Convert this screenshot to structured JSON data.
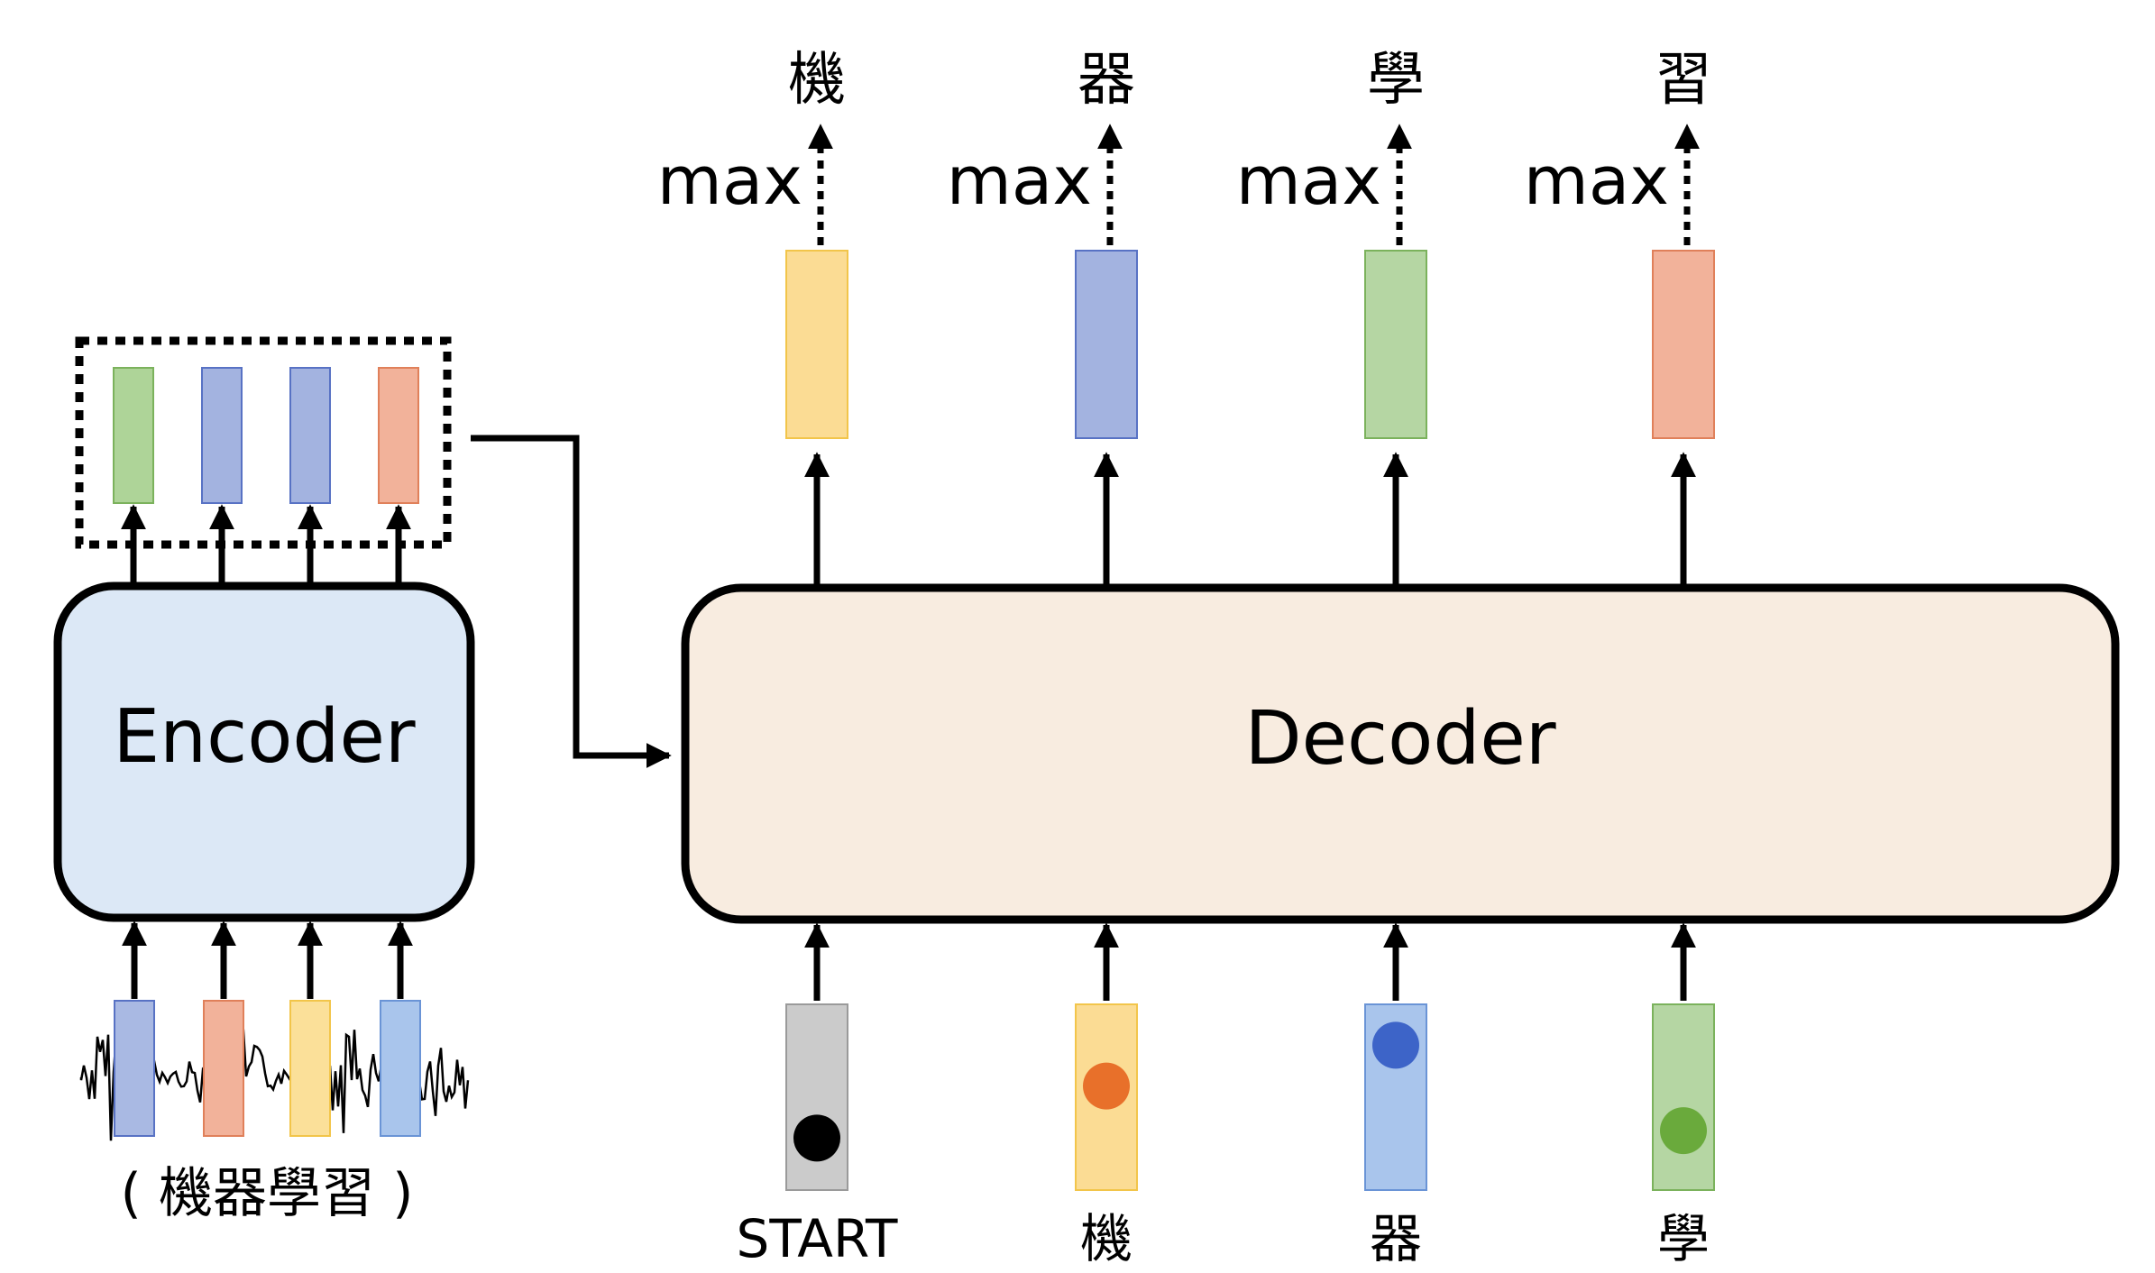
{
  "encoder": {
    "label": "Encoder",
    "input_caption": "( 機器學習 )",
    "input_vectors": [
      {
        "fill": "#a9b9e3",
        "stroke": "#5872c4"
      },
      {
        "fill": "#f2b29a",
        "stroke": "#e0805a"
      },
      {
        "fill": "#fbe099",
        "stroke": "#f2c54a"
      },
      {
        "fill": "#a9c5ec",
        "stroke": "#6a94d6"
      }
    ],
    "output_vectors": [
      {
        "fill": "#aed498",
        "stroke": "#7bb25c"
      },
      {
        "fill": "#a3b3e0",
        "stroke": "#5872c4"
      },
      {
        "fill": "#a3b3e0",
        "stroke": "#5872c4"
      },
      {
        "fill": "#f2b29a",
        "stroke": "#e0805a"
      }
    ]
  },
  "decoder": {
    "label": "Decoder",
    "outputs": [
      {
        "max_label": "max",
        "token": "機",
        "fill": "#fbdc94",
        "stroke": "#f2c54a"
      },
      {
        "max_label": "max",
        "token": "器",
        "fill": "#a3b3e0",
        "stroke": "#5872c4"
      },
      {
        "max_label": "max",
        "token": "學",
        "fill": "#b5d6a3",
        "stroke": "#7bb25c"
      },
      {
        "max_label": "max",
        "token": "習",
        "fill": "#f2b29a",
        "stroke": "#e0805a"
      }
    ],
    "inputs": [
      {
        "token": "START",
        "fill": "#cbcbcb",
        "stroke": "#9a9a9a",
        "dot": "#000000",
        "dot_level": 0.72
      },
      {
        "token": "機",
        "fill": "#fbdc94",
        "stroke": "#f2c54a",
        "dot": "#e8702a",
        "dot_level": 0.44
      },
      {
        "token": "器",
        "fill": "#a9c5ec",
        "stroke": "#6a94d6",
        "dot": "#3d64c8",
        "dot_level": 0.22
      },
      {
        "token": "學",
        "fill": "#b5d6a3",
        "stroke": "#7bb25c",
        "dot": "#6aaa3c",
        "dot_level": 0.68
      }
    ]
  },
  "colors": {
    "encoder_fill": "#dce8f6",
    "decoder_fill": "#f8ece0",
    "stroke": "#000000"
  }
}
